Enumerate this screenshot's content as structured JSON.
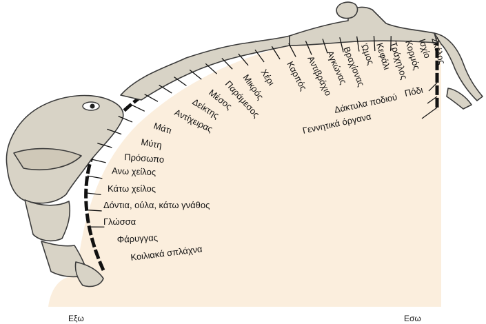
{
  "colors": {
    "background": "#ffffff",
    "cortex_fill": "#fbeedd",
    "figure_fill": "#d8d3c6",
    "figure_stroke": "#3a3a3a",
    "label": "#111111",
    "cortex_edge": "#111111"
  },
  "axis": {
    "outer": "Εξω",
    "inner": "Εσω"
  },
  "labels": [
    "Σκέλος",
    "Ισχίο",
    "Κορμός",
    "Τράχηλος",
    "Κεφάλι",
    "Ώμος",
    "Βραχίονας",
    "Αγκώνας",
    "Αντιβράχιο",
    "Καρπός",
    "Χέρι",
    "Μικρός",
    "Παράμεσος",
    "Μέσος",
    "Δείκτης",
    "Αντίχειρας",
    "Μάτι",
    "Μύτη",
    "Πρόσωπο",
    "Ανω χείλος",
    "Κάτω χείλος",
    "Δόντια, ούλα, κάτω γνάθος",
    "Γλώσσα",
    "Φάρυγγας",
    "Κοιλιακά σπλάχνα",
    "Πόδι",
    "Δάκτυλα ποδιού",
    "Γεννητικά όργανα"
  ]
}
